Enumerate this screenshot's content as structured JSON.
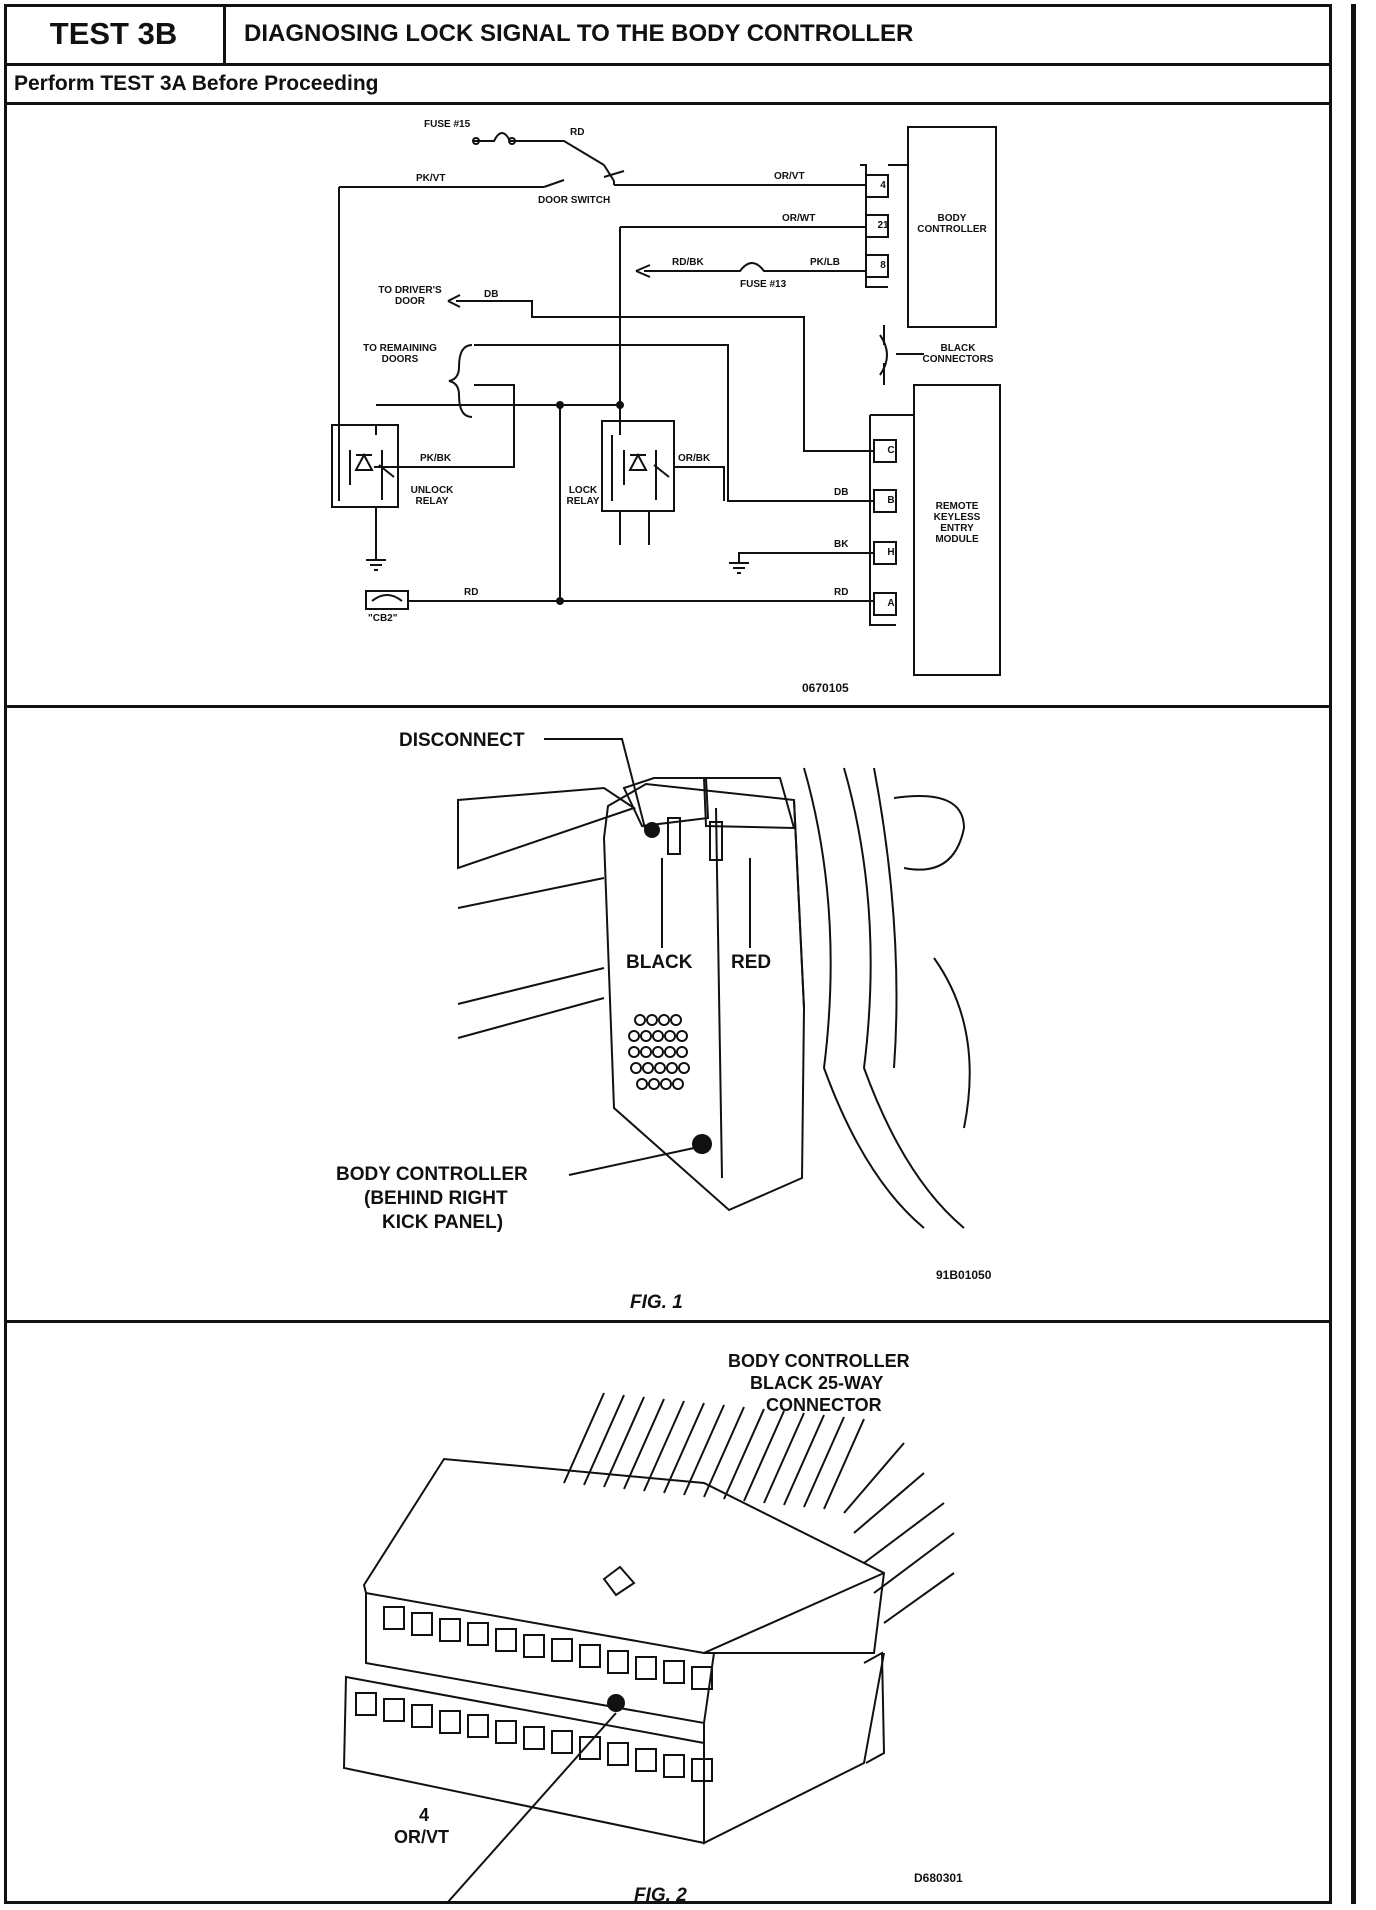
{
  "header": {
    "test": "TEST 3B",
    "title": "DIAGNOSING LOCK SIGNAL TO THE BODY CONTROLLER",
    "note": "Perform TEST 3A Before Proceeding"
  },
  "schematic": {
    "labels": {
      "fuse15": "FUSE #15",
      "rd_top": "RD",
      "pkvt": "PK/VT",
      "door_switch": "DOOR SWITCH",
      "orvt": "OR/VT",
      "orwt": "OR/WT",
      "rdbk": "RD/BK",
      "fuse13": "FUSE #13",
      "pklb": "PK/LB",
      "to_drivers_door": "TO DRIVER'S DOOR",
      "db_top": "DB",
      "to_remaining_doors": "TO REMAINING DOORS",
      "pkbk": "PK/BK",
      "orbk": "OR/BK",
      "unlock_relay": "UNLOCK RELAY",
      "lock_relay": "LOCK RELAY",
      "db_mid": "DB",
      "bk": "BK",
      "rd_bottom_left": "RD",
      "rd_bottom_right": "RD",
      "cb2": "\"CB2\"",
      "body_controller": "BODY CONTROLLER",
      "black_connectors": "BLACK CONNECTORS",
      "rke_module": "REMOTE KEYLESS ENTRY MODULE"
    },
    "pins_bc": [
      "4",
      "21",
      "8"
    ],
    "pins_rke": [
      "C",
      "B",
      "H",
      "A"
    ],
    "figure_code": "0670105"
  },
  "fig1": {
    "disconnect": "DISCONNECT",
    "black": "BLACK",
    "red": "RED",
    "body_controller": "BODY CONTROLLER",
    "behind": "(BEHIND RIGHT",
    "kick": "KICK PANEL)",
    "code": "91B01050",
    "caption": "FIG. 1"
  },
  "fig2": {
    "title_1": "BODY CONTROLLER",
    "title_2": "BLACK 25-WAY",
    "title_3": "CONNECTOR",
    "pin_num": "4",
    "pin_wire": "OR/VT",
    "code": "D680301",
    "caption": "FIG. 2"
  }
}
